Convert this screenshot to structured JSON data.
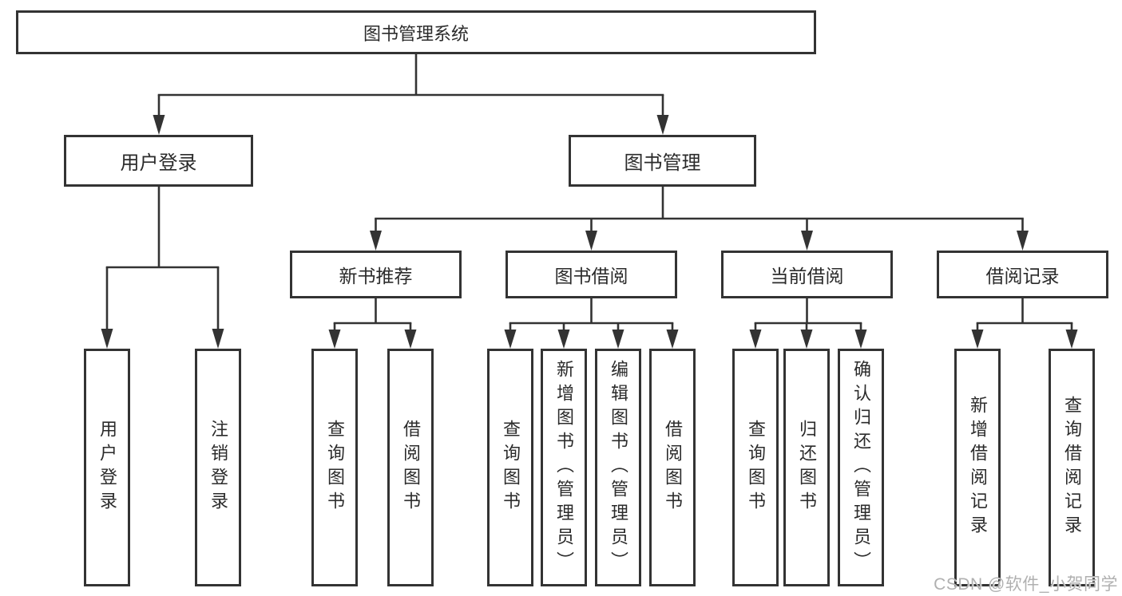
{
  "diagram": {
    "root": {
      "label": "图书管理系统"
    },
    "user_login": {
      "label": "用户登录",
      "children": [
        {
          "label": "用户登录"
        },
        {
          "label": "注销登录"
        }
      ]
    },
    "book_management": {
      "label": "图书管理",
      "sections": [
        {
          "label": "新书推荐",
          "children": [
            {
              "label": "查询图书"
            },
            {
              "label": "借阅图书"
            }
          ]
        },
        {
          "label": "图书借阅",
          "children": [
            {
              "label": "查询图书"
            },
            {
              "label": "新增图书（管理员）"
            },
            {
              "label": "编辑图书（管理员）"
            },
            {
              "label": "借阅图书"
            }
          ]
        },
        {
          "label": "当前借阅",
          "children": [
            {
              "label": "查询图书"
            },
            {
              "label": "归还图书"
            },
            {
              "label": "确认归还（管理员）"
            }
          ]
        },
        {
          "label": "借阅记录",
          "children": [
            {
              "label": "新增借阅记录"
            },
            {
              "label": "查询借阅记录"
            }
          ]
        }
      ]
    },
    "watermark": "CSDN @软件_小贺同学",
    "colors": {
      "line": "#333333",
      "box_border": "#333333",
      "box_background": "#ffffff",
      "text": "#2b2b2b",
      "watermark": "#b0b0b0"
    }
  }
}
